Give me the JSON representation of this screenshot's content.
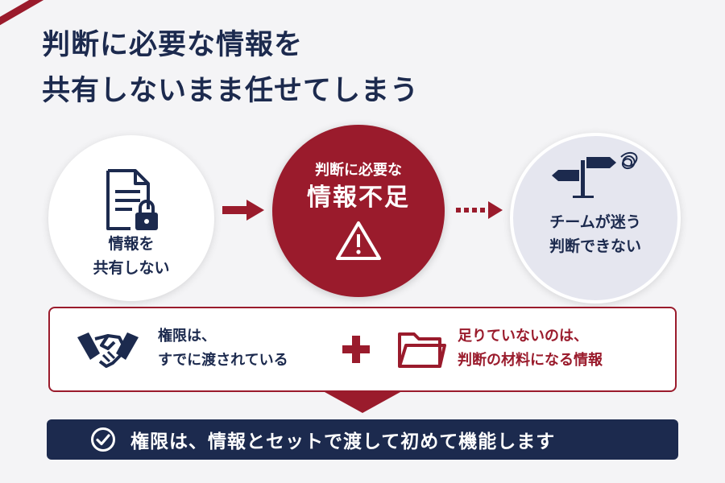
{
  "colors": {
    "navy": "#1c2a4e",
    "crimson": "#9a1b2c",
    "background": "#f4f4f6"
  },
  "title": {
    "line1": "判断に必要な情報を",
    "line2": "共有しないまま任せてしまう"
  },
  "left_circle": {
    "icon": "document-lock-icon",
    "line1": "情報を",
    "line2": "共有しない"
  },
  "center_circle": {
    "small": "判断に必要な",
    "big": "情報不足",
    "icon": "warning-icon"
  },
  "right_circle": {
    "icon": "signpost-confusion-icon",
    "line1": "チームが迷う",
    "line2": "判断できない"
  },
  "middle_box": {
    "left_icon": "handshake-icon",
    "left_line1": "権限は、",
    "left_line2": "すでに渡されている",
    "plus_icon": "plus-icon",
    "right_icon": "folder-icon",
    "right_line1": "足りていないのは、",
    "right_line2": "判断の材料になる情報"
  },
  "conclusion": {
    "icon": "check-circle-icon",
    "text": "権限は、情報とセットで渡して初めて機能します"
  }
}
